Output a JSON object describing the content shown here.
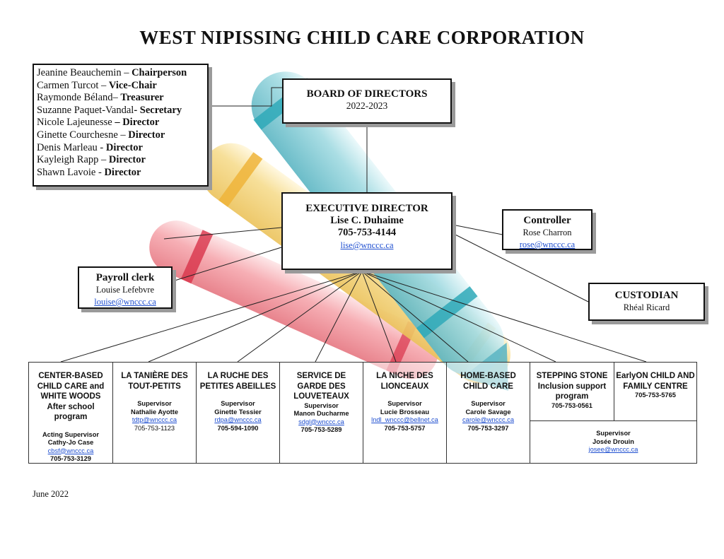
{
  "title": "WEST NIPISSING CHILD CARE CORPORATION",
  "board_members": [
    {
      "name": "Jeanine Beauchemin – ",
      "role": "Chairperson"
    },
    {
      "name": "Carmen Turcot – ",
      "role": "Vice-Chair"
    },
    {
      "name": "Raymonde Béland– ",
      "role": "Treasurer"
    },
    {
      "name": "Suzanne Paquet-Vandal",
      "role": "- Secretary"
    },
    {
      "name": "Nicole Lajeunesse ",
      "role": "– Director"
    },
    {
      "name": "Ginette Courchesne – ",
      "role": "Director"
    },
    {
      "name": "Denis Marleau - ",
      "role": "Director"
    },
    {
      "name": "Kayleigh Rapp – ",
      "role": "Director"
    },
    {
      "name": "Shawn Lavoie - ",
      "role": "Director"
    }
  ],
  "board": {
    "title": "BOARD OF DIRECTORS",
    "years": "2022-2023"
  },
  "executive": {
    "title": "EXECUTIVE DIRECTOR",
    "name": "Lise C. Duhaime",
    "phone": "705-753-4144",
    "email": "lise@wnccc.ca"
  },
  "controller": {
    "title": "Controller",
    "name": "Rose Charron",
    "email": "rose@wnccc.ca"
  },
  "payroll": {
    "title": "Payroll clerk",
    "name": "Louise Lefebvre",
    "email": "louise@wnccc.ca"
  },
  "custodian": {
    "title": "CUSTODIAN",
    "name": "Rhéal Ricard"
  },
  "programs": [
    {
      "title": "CENTER-BASED CHILD CARE and WHITE WOODS After school program",
      "role": "Acting Supervisor",
      "person": "Cathy-Jo Case",
      "email": "cbsf@wnccc.ca",
      "phone": "705-753-3129"
    },
    {
      "title": "LA TANIÈRE DES TOUT-PETITS",
      "role": "Supervisor",
      "person": "Nathalie Ayotte",
      "email": "tdtp@wnccc.ca",
      "phone": "705-753-1123"
    },
    {
      "title": "LA RUCHE DES PETITES ABEILLES",
      "role": "Supervisor",
      "person": "Ginette Tessier",
      "email": "rdpa@wnccc.ca",
      "phone": "705-594-1090"
    },
    {
      "title": "SERVICE DE GARDE DES LOUVETEAUX",
      "role": "Supervisor",
      "person": "Manon Ducharme",
      "email": "sdgl@wnccc.ca",
      "phone": "705-753-5289"
    },
    {
      "title": "LA NICHE DES LIONCEAUX",
      "role": "Supervisor",
      "person": "Lucie Brosseau",
      "email": "lndl_wnccc@bellnet.ca",
      "phone": "705-753-5757"
    },
    {
      "title": "HOME-BASED CHILD CARE",
      "role": "Supervisor",
      "person": "Carole Savage",
      "email": "carole@wnccc.ca",
      "phone": "705-753-3297"
    },
    {
      "title": "STEPPING STONE Inclusion support program",
      "phone": "705-753-0561"
    },
    {
      "title": "EarlyON CHILD AND FAMILY CENTRE",
      "phone": "705-753-5765"
    }
  ],
  "shared_supervisor": {
    "role": "Supervisor",
    "person": "Josée Drouin",
    "email": "josee@wnccc.ca"
  },
  "date": "June 2022",
  "colors": {
    "blue_crayon": "#7cc8d2",
    "yellow_crayon": "#f3d47a",
    "red_crayon": "#ee7f88",
    "link": "#1f4fd0"
  }
}
